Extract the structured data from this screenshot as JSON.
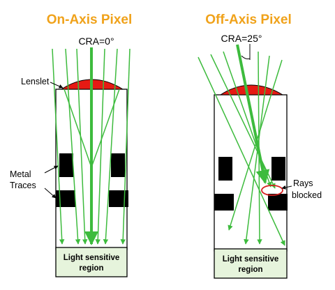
{
  "panels": [
    {
      "title": "On-Axis Pixel",
      "cra_label": "CRA=0°",
      "region_line1": "Light sensitive",
      "region_line2": "region"
    },
    {
      "title": "Off-Axis Pixel",
      "cra_label": "CRA=25°",
      "region_line1": "Light sensitive",
      "region_line2": "region"
    }
  ],
  "labels": {
    "lenslet": "Lenslet",
    "metal_line1": "Metal",
    "metal_line2": "Traces",
    "rays_line1": "Rays",
    "rays_line2": "blocked"
  },
  "colors": {
    "title": "#f0a21a",
    "ray": "#3dbb3d",
    "lens": "#e61a14",
    "region_fill": "#e6f4dc",
    "trace": "#000000",
    "blocked_marker": "#d42020"
  }
}
